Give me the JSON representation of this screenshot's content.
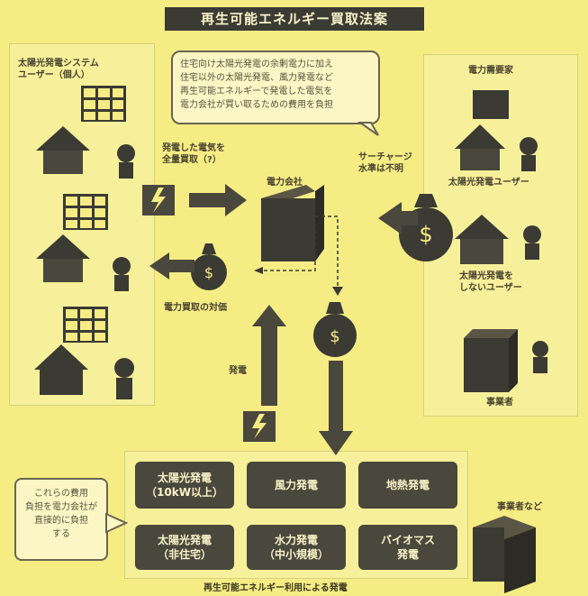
{
  "title": "再生可能エネルギー買取法案",
  "left_header": [
    "太陽光発電システム",
    "ユーザー（個人）"
  ],
  "right_header": "電力需要家",
  "speech_lines": [
    "住宅向け太陽光発電の余剰電力に加え",
    "住宅以外の太陽光発電、風力発電など",
    "再生可能エネルギーで発電した電気を",
    "電力会社が買い取るための費用を負担"
  ],
  "surcharge_label": [
    "サーチャージ",
    "水準は不明"
  ],
  "sell_label": [
    "発電した電気を",
    "全量買取（?）"
  ],
  "power_company": "電力会社",
  "purchase_payment": "電力買取の対価",
  "generation_label": "発電",
  "user_solar": "太陽光発電ユーザー",
  "user_non_solar": [
    "太陽光発電を",
    "しないユーザー"
  ],
  "business": "事業者",
  "business_etc": "事業者など",
  "note_lines": [
    "これらの費用",
    "負担を電力会社が",
    "直接的に負担",
    "する"
  ],
  "generation_types": [
    [
      "太陽光発電",
      "（10kW以上）"
    ],
    [
      "風力発電"
    ],
    [
      "地熱発電"
    ],
    [
      "太陽光発電",
      "（非住宅）"
    ],
    [
      "水力発電",
      "（中小規模）"
    ],
    [
      "バイオマス",
      "発電"
    ]
  ],
  "footer": "再生可能エネルギー利用による発電",
  "colors": {
    "background": "#f5ec84",
    "dark": "#3b3a33",
    "panel": "#4a473c"
  }
}
